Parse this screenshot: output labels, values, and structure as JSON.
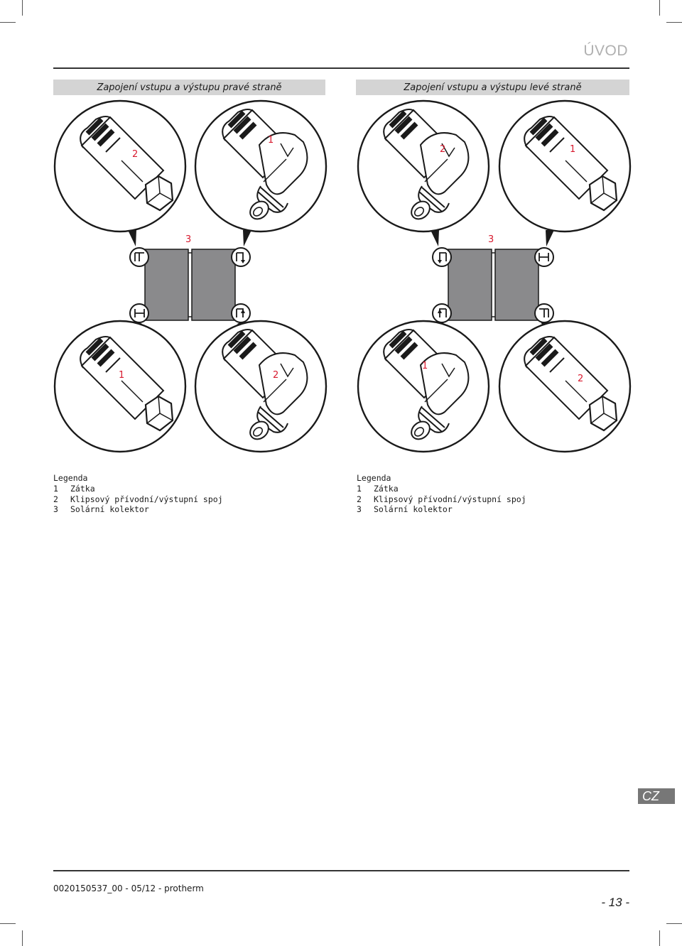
{
  "page": {
    "section_title": "ÚVOD",
    "page_number": "- 13 -",
    "doc_code": "0020150537_00 - 05/12 - protherm",
    "language_badge": "CZ"
  },
  "headers": {
    "right_side": "Zapojení vstupu a výstupu pravé straně",
    "left_side": "Zapojení vstupu a výstupu levé straně"
  },
  "diagram": {
    "right_side": {
      "top_left": {
        "label": "2",
        "part": "plug"
      },
      "top_right": {
        "label": "1",
        "part": "elbow"
      },
      "collector": {
        "label": "3"
      },
      "bottom_left": {
        "label": "1",
        "part": "plug"
      },
      "bottom_right": {
        "label": "2",
        "part": "elbow"
      }
    },
    "left_side": {
      "top_left": {
        "label": "2",
        "part": "elbow"
      },
      "top_right": {
        "label": "1",
        "part": "plug"
      },
      "collector": {
        "label": "3"
      },
      "bottom_left": {
        "label": "1",
        "part": "elbow"
      },
      "bottom_right": {
        "label": "2",
        "part": "plug"
      }
    },
    "colors": {
      "label_red": "#d8192e",
      "collector_gray": "#8a8a8c",
      "outline": "#1a1a1a"
    }
  },
  "legend_left": {
    "title": "Legenda",
    "items": [
      {
        "num": "1",
        "text": "Zátka"
      },
      {
        "num": "2",
        "text": "Klipsový přívodní/výstupní spoj"
      },
      {
        "num": "3",
        "text": "Solární kolektor"
      }
    ]
  },
  "legend_right": {
    "title": "Legenda",
    "items": [
      {
        "num": "1",
        "text": "Zátka"
      },
      {
        "num": "2",
        "text": "Klipsový přívodní/výstupní spoj"
      },
      {
        "num": "3",
        "text": "Solární kolektor"
      }
    ]
  }
}
